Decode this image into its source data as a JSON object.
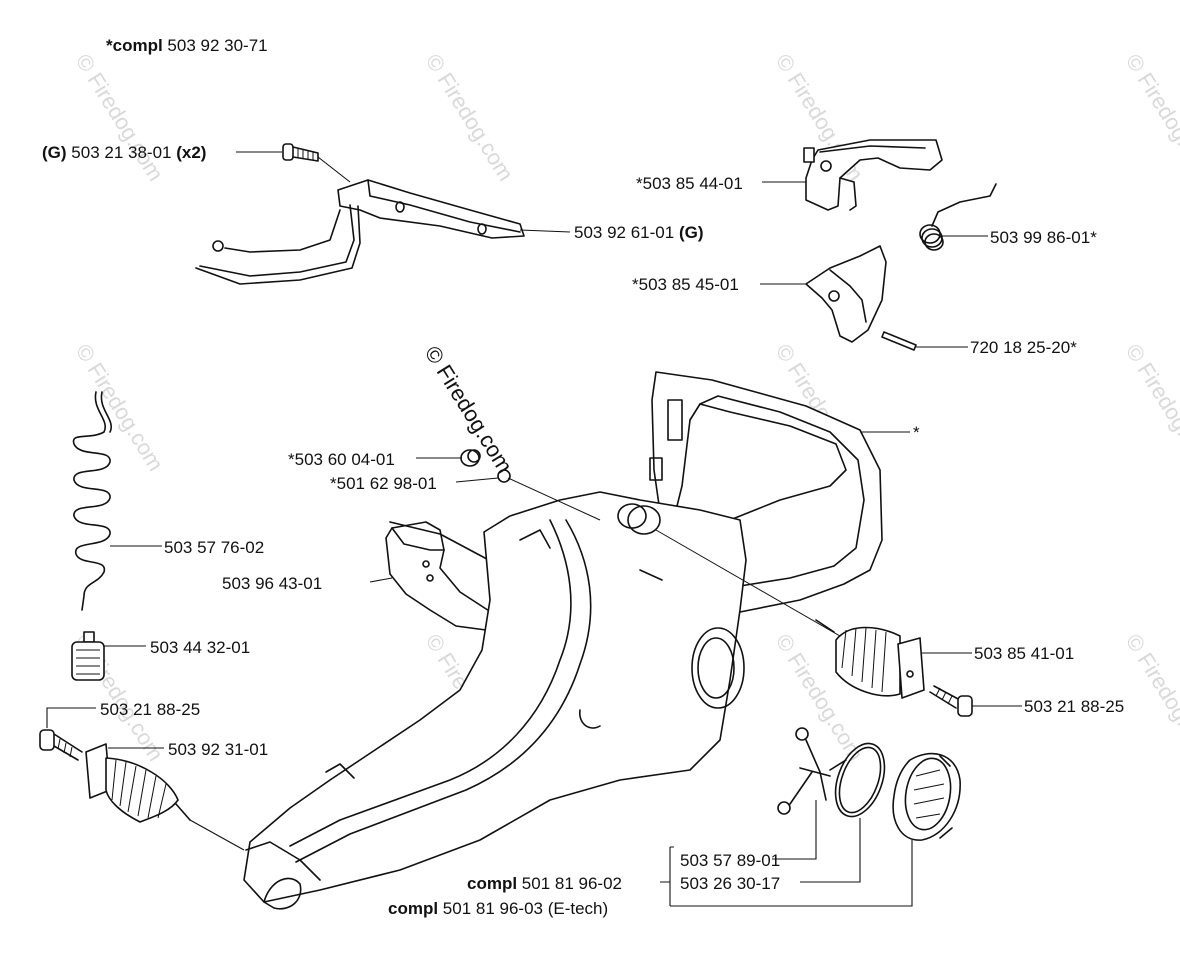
{
  "watermark": {
    "text": "© Firedog.com",
    "color": "#d9d9d9"
  },
  "labels": {
    "compl_top": {
      "prefix": "*compl",
      "number": "503 92 30-71"
    },
    "bolt_g": {
      "prefix": "(G)",
      "number": "503 21 38-01",
      "suffix": "(x2)"
    },
    "bracket": {
      "number": "503 92 61-01",
      "suffix": "(G)"
    },
    "trigger": "*503 85 44-01",
    "spring": "503 99 86-01*",
    "lockout": "*503 85 45-01",
    "pin": "720 18 25-20*",
    "handle": "*",
    "plug_a": "*503 60 04-01",
    "plug_b": "*501 62 98-01",
    "hose": "503 57 76-02",
    "bumper": "503 96 43-01",
    "filter": "503 44 32-01",
    "av_spring_right": "503 85 41-01",
    "screw_right": "503 21 88-25",
    "screw_left": "503 21 88-25",
    "av_spring_left": "503 92 31-01",
    "compl_cap1": {
      "prefix": "compl",
      "number": "501 81 96-02"
    },
    "compl_cap2": {
      "prefix": "compl",
      "number": "501 81 96-03 (E-tech)"
    },
    "cap_item1": "503 57 89-01",
    "cap_item2": "503 26 30-17"
  }
}
